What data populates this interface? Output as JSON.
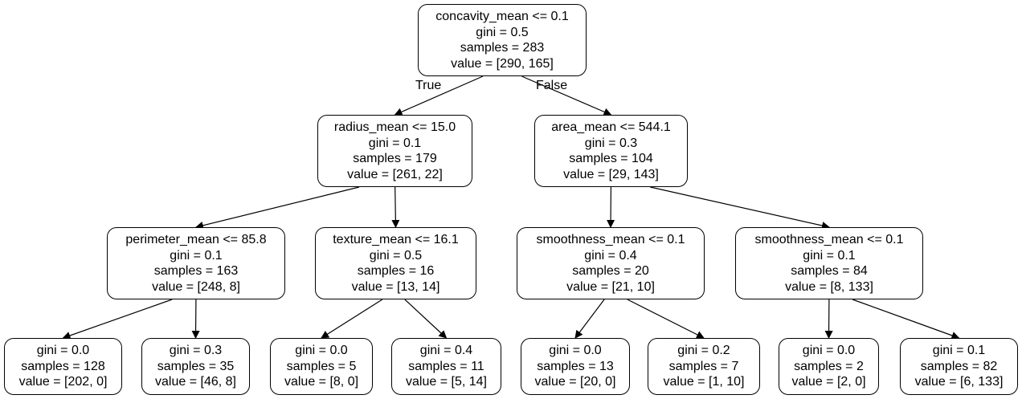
{
  "edge_labels": {
    "true": "True",
    "false": "False"
  },
  "nodes": [
    {
      "id": "n0",
      "lines": [
        "concavity_mean <= 0.1",
        "gini = 0.5",
        "samples = 283",
        "value = [290, 165]"
      ]
    },
    {
      "id": "n1",
      "lines": [
        "radius_mean <= 15.0",
        "gini = 0.1",
        "samples = 179",
        "value = [261, 22]"
      ]
    },
    {
      "id": "n2",
      "lines": [
        "area_mean <= 544.1",
        "gini = 0.3",
        "samples = 104",
        "value = [29, 143]"
      ]
    },
    {
      "id": "n3",
      "lines": [
        "perimeter_mean <= 85.8",
        "gini = 0.1",
        "samples = 163",
        "value = [248, 8]"
      ]
    },
    {
      "id": "n4",
      "lines": [
        "texture_mean <= 16.1",
        "gini = 0.5",
        "samples = 16",
        "value = [13, 14]"
      ]
    },
    {
      "id": "n5",
      "lines": [
        "smoothness_mean <= 0.1",
        "gini = 0.4",
        "samples = 20",
        "value = [21, 10]"
      ]
    },
    {
      "id": "n6",
      "lines": [
        "smoothness_mean <= 0.1",
        "gini = 0.1",
        "samples = 84",
        "value = [8, 133]"
      ]
    },
    {
      "id": "n7",
      "lines": [
        "gini = 0.0",
        "samples = 128",
        "value = [202, 0]"
      ]
    },
    {
      "id": "n8",
      "lines": [
        "gini = 0.3",
        "samples = 35",
        "value = [46, 8]"
      ]
    },
    {
      "id": "n9",
      "lines": [
        "gini = 0.0",
        "samples = 5",
        "value = [8, 0]"
      ]
    },
    {
      "id": "n10",
      "lines": [
        "gini = 0.4",
        "samples = 11",
        "value = [5, 14]"
      ]
    },
    {
      "id": "n11",
      "lines": [
        "gini = 0.0",
        "samples = 13",
        "value = [20, 0]"
      ]
    },
    {
      "id": "n12",
      "lines": [
        "gini = 0.2",
        "samples = 7",
        "value = [1, 10]"
      ]
    },
    {
      "id": "n13",
      "lines": [
        "gini = 0.0",
        "samples = 2",
        "value = [2, 0]"
      ]
    },
    {
      "id": "n14",
      "lines": [
        "gini = 0.1",
        "samples = 82",
        "value = [6, 133]"
      ]
    }
  ],
  "edges": [
    [
      "n0",
      "n1"
    ],
    [
      "n0",
      "n2"
    ],
    [
      "n1",
      "n3"
    ],
    [
      "n1",
      "n4"
    ],
    [
      "n2",
      "n5"
    ],
    [
      "n2",
      "n6"
    ],
    [
      "n3",
      "n7"
    ],
    [
      "n3",
      "n8"
    ],
    [
      "n4",
      "n9"
    ],
    [
      "n4",
      "n10"
    ],
    [
      "n5",
      "n11"
    ],
    [
      "n5",
      "n12"
    ],
    [
      "n6",
      "n13"
    ],
    [
      "n6",
      "n14"
    ]
  ]
}
